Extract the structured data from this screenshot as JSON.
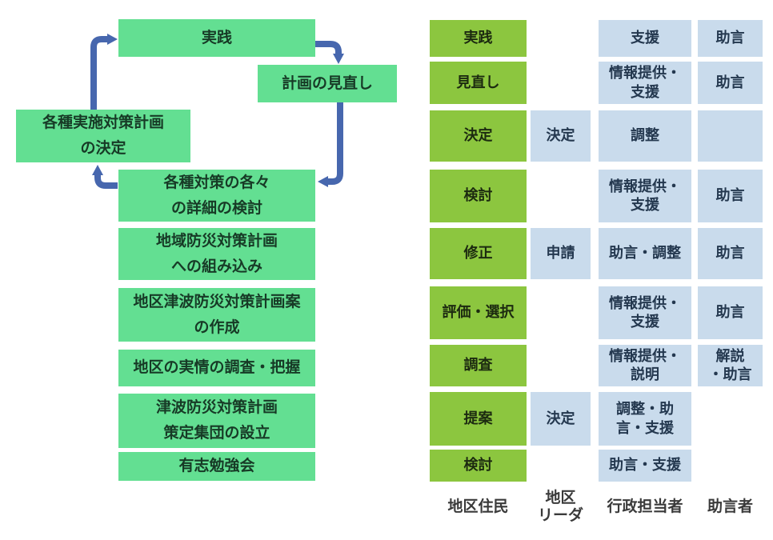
{
  "palette": {
    "flow_box_green": "#63DF92",
    "resident_green": "#8CC63F",
    "role_blue": "#C9DBEC",
    "arrow_blue": "#4767AE",
    "flow_text": "#173A26",
    "role_text": "#24384F",
    "label_text": "#3A3A3A"
  },
  "flowchart": {
    "boxes": [
      {
        "id": "practice",
        "label": "実践"
      },
      {
        "id": "plan-review",
        "label": "計画の見直し"
      },
      {
        "id": "plan-decision",
        "label": "各種実施対策計画\nの決定"
      },
      {
        "id": "detail-study",
        "label": "各種対策の各々\nの詳細の検討"
      },
      {
        "id": "incorporation",
        "label": "地域防災対策計画\nへの組み込み"
      },
      {
        "id": "draft-creation",
        "label": "地区津波防災対策計画案\nの作成"
      },
      {
        "id": "local-survey",
        "label": "地区の実情の調査・把握"
      },
      {
        "id": "group-founding",
        "label": "津波防災対策計画\n策定集団の設立"
      },
      {
        "id": "study-group",
        "label": "有志勉強会"
      }
    ],
    "arrows": [
      {
        "id": "decision-to-practice"
      },
      {
        "id": "practice-to-review"
      },
      {
        "id": "review-to-detail-study"
      },
      {
        "id": "detail-study-to-decision"
      }
    ]
  },
  "matrix": {
    "rows": [
      {
        "resident": "実践",
        "leader": null,
        "admin": "支援",
        "advisor": "助言"
      },
      {
        "resident": "見直し",
        "leader": null,
        "admin": "情報提供・\n支援",
        "advisor": "助言"
      },
      {
        "resident": "決定",
        "leader": "決定",
        "admin": "調整",
        "advisor": ""
      },
      {
        "resident": "検討",
        "leader": null,
        "admin": "情報提供・\n支援",
        "advisor": "助言"
      },
      {
        "resident": "修正",
        "leader": "申請",
        "admin": "助言・調整",
        "advisor": "助言"
      },
      {
        "resident": "評価・選択",
        "leader": null,
        "admin": "情報提供・\n支援",
        "advisor": "助言"
      },
      {
        "resident": "調査",
        "leader": null,
        "admin": "情報提供・\n説明",
        "advisor": "解説\n・助言"
      },
      {
        "resident": "提案",
        "leader": "決定",
        "admin": "調整・助\n言・支援",
        "advisor": null
      },
      {
        "resident": "検討",
        "leader": null,
        "admin": "助言・支援",
        "advisor": null
      }
    ],
    "footer": [
      "地区住民",
      "地区\nリーダ",
      "行政担当者",
      "助言者"
    ]
  }
}
